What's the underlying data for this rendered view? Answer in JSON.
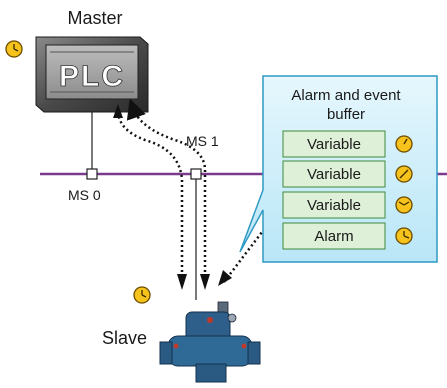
{
  "master": {
    "title": "Master",
    "plc_text": "PLC"
  },
  "slave": {
    "title": "Slave"
  },
  "bus": {
    "station_0": "MS 0",
    "station_1": "MS 1",
    "color": "#7b3a8e"
  },
  "buffer": {
    "title_line1": "Alarm and event",
    "title_line2": "buffer",
    "rows": [
      {
        "label": "Variable",
        "icon": "clock-icon"
      },
      {
        "label": "Variable",
        "icon": "clock-icon"
      },
      {
        "label": "Variable",
        "icon": "clock-icon"
      },
      {
        "label": "Alarm",
        "icon": "clock-icon"
      }
    ],
    "panel_color": "#cfeefa",
    "row_color": "#dff0d8"
  },
  "clock_color": "#f6c21c"
}
